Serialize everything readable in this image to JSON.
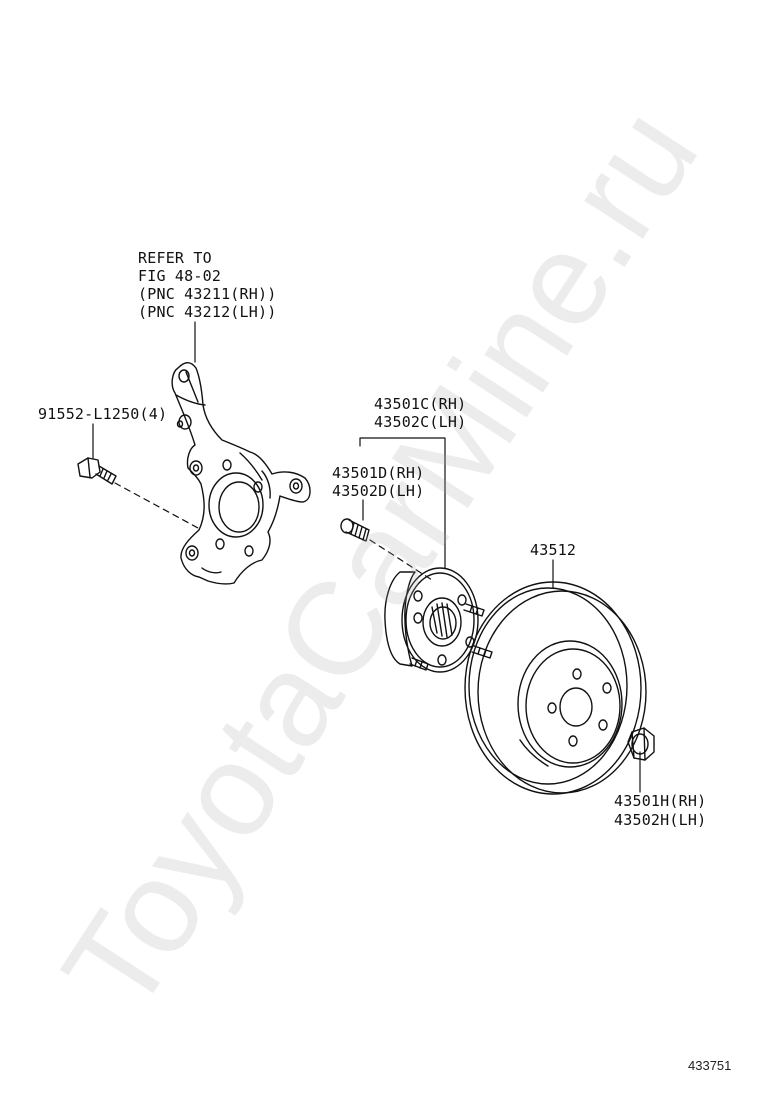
{
  "watermark": "ToyotaCarMine.ru",
  "figure_number": "433751",
  "labels": {
    "knuckle_ref": [
      "REFER TO",
      "FIG 48-02",
      "(PNC 43211(RH))",
      "(PNC 43212(LH))"
    ],
    "bolt": "91552-L1250(4)",
    "hub_c": [
      "43501C(RH)",
      "43502C(LH)"
    ],
    "hub_d": [
      "43501D(RH)",
      "43502D(LH)"
    ],
    "rotor": "43512",
    "nut": [
      "43501H(RH)",
      "43502H(LH)"
    ]
  }
}
